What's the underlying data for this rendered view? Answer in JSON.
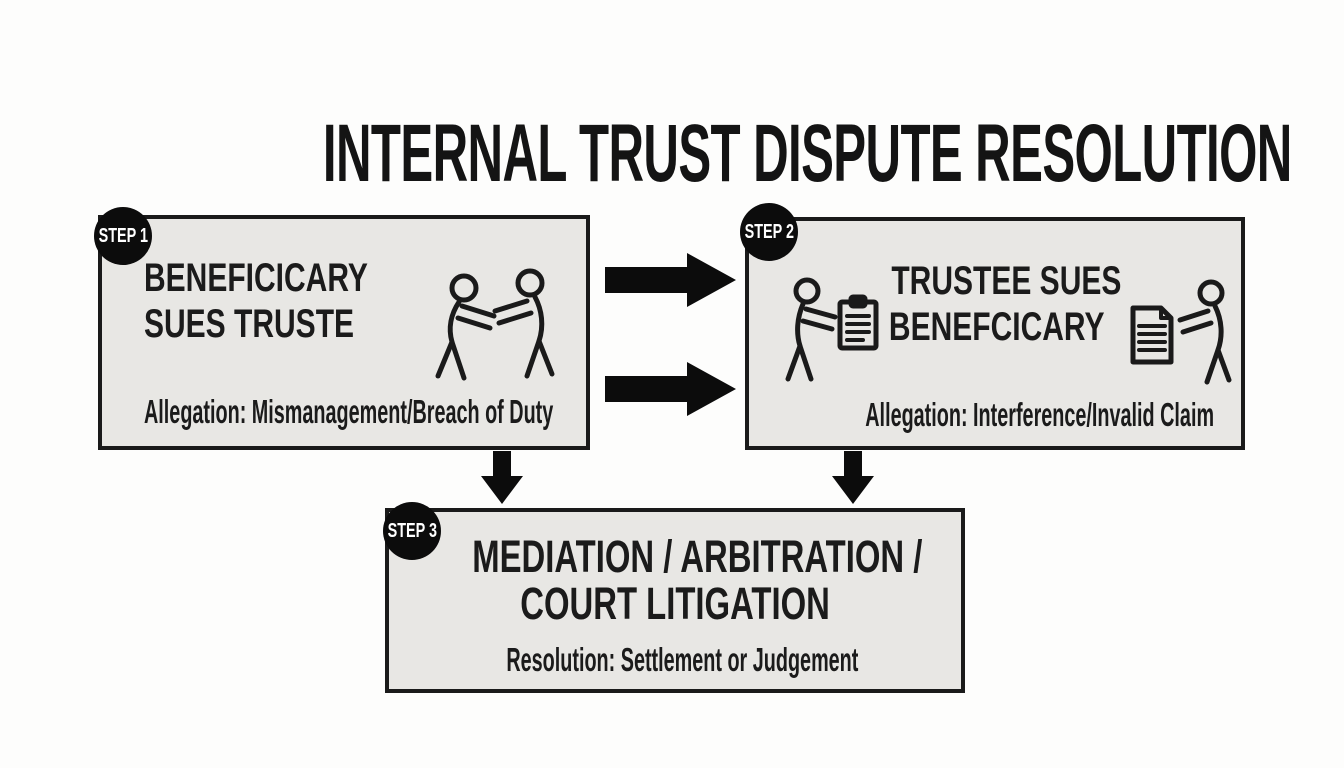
{
  "title": "INTERNAL TRUST DISPUTE RESOLUTION",
  "steps": [
    {
      "badge": "STEP 1",
      "heading_lines": [
        "BENEFICICARY",
        "SUES TRUSTE"
      ],
      "subtitle": "Allegation: Mismanagement/Breach of Duty",
      "icon": "people-arguing-icon"
    },
    {
      "badge": "STEP 2",
      "heading_lines": [
        "TRUSTEE SUES",
        "BENEFCICARY"
      ],
      "subtitle": "Allegation: Interference/Invalid Claim",
      "icon_left": "person-presenting-document-icon",
      "icon_right": "document-and-person-icon"
    },
    {
      "badge": "STEP 3",
      "heading_lines": [
        "MEDIATION / ARBITRATION /",
        "COURT LITIGATION"
      ],
      "subtitle": "Resolution: Settlement or Judgement"
    }
  ],
  "icons": {
    "step1_center": "people-arguing-icon",
    "step2_left": "person-presenting-document-icon",
    "step2_right": "document-and-person-icon",
    "flow_step1_to_step2": "arrow-right-icon",
    "flow_to_step3": "arrow-down-icon"
  },
  "colors": {
    "background": "#fdfdfc",
    "box_fill": "#e8e7e4",
    "box_border": "#1a1a1a",
    "badge_bg": "#0c0c0c",
    "badge_text": "#ffffff",
    "arrow": "#0c0c0c",
    "text": "#1b1b1b"
  }
}
